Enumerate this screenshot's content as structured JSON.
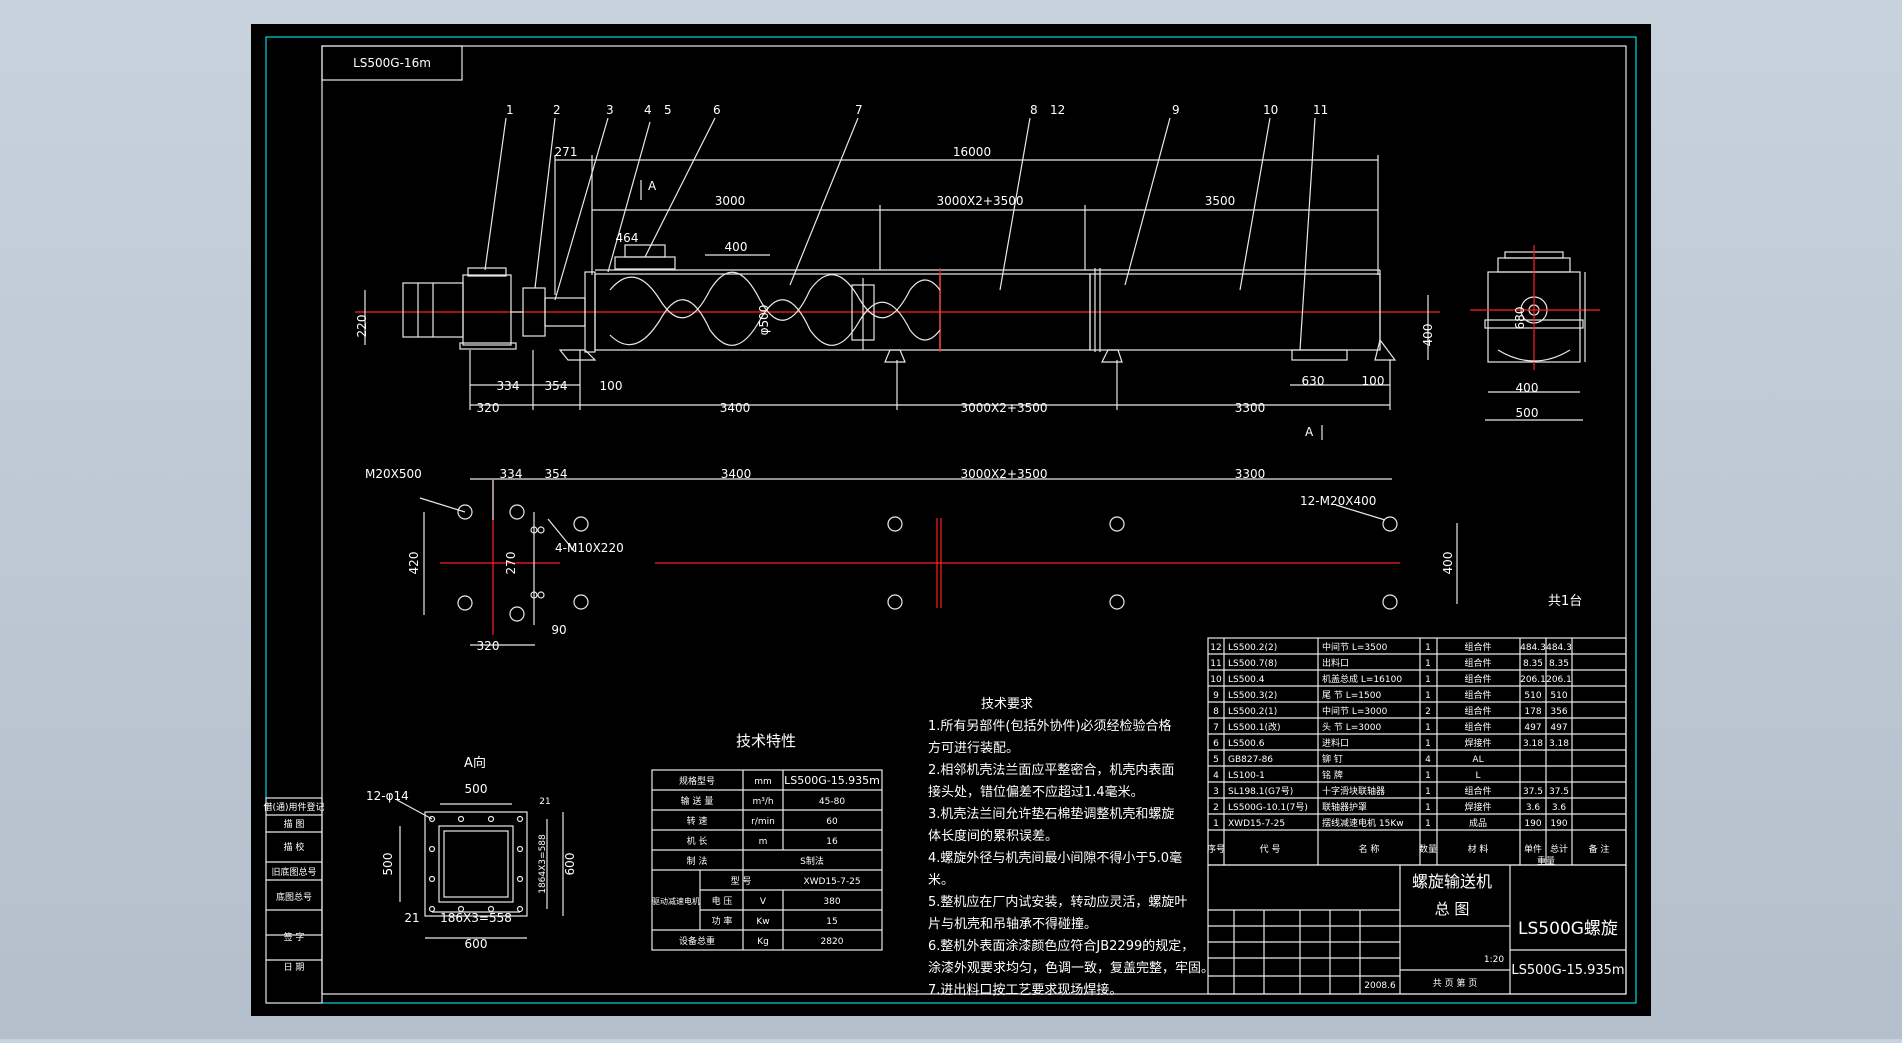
{
  "drawing": {
    "stamp": "LS500G-16m",
    "part_numbers": [
      "1",
      "2",
      "3",
      "4",
      "5",
      "6",
      "7",
      "8",
      "12",
      "9",
      "10",
      "11"
    ],
    "dims_top": {
      "total": "16000",
      "d271": "271",
      "d3000": "3000",
      "d_mid": "3000X2+3500",
      "d3500": "3500",
      "d464": "464",
      "d400": "400",
      "phi500": "φ500",
      "d220": "220",
      "d400r": "400",
      "d680": "680"
    },
    "dims_bottom": {
      "d320": "320",
      "d334": "334",
      "d354": "354",
      "d100": "100",
      "d3400": "3400",
      "d_mid": "3000X2+3500",
      "d3300": "3300",
      "d630": "630",
      "d100r": "100",
      "end400": "400",
      "end500": "500",
      "arrowA": "A",
      "arrowA2": "A"
    },
    "foundation": {
      "bolt1": "M20X500",
      "bolt2": "4-M10X220",
      "bolt3": "12-M20X400",
      "d334": "334",
      "d354": "354",
      "d3400": "3400",
      "d_mid": "3000X2+3500",
      "d3300": "3300",
      "d420": "420",
      "d270": "270",
      "d90": "90",
      "d320": "320",
      "d400": "400",
      "qty": "共1台"
    },
    "view_a": {
      "title": "A向",
      "holes": "12-φ14",
      "w500": "500",
      "h500": "500",
      "i4x588": "1864X3=588",
      "w186": "186X3=558",
      "d21": "21",
      "d21b": "21",
      "w600": "600",
      "h600": "600"
    },
    "tech_char": {
      "title": "技术特性",
      "rows": [
        [
          "规格型号",
          "mm",
          "LS500G-15.935m"
        ],
        [
          "输 送 量",
          "m³/h",
          "45-80"
        ],
        [
          "转 速",
          "r/min",
          "60"
        ],
        [
          "机 长",
          "m",
          "16"
        ],
        [
          "制 法",
          "",
          "S制法"
        ],
        [
          "型 号",
          "",
          "XWD15-7-25"
        ],
        [
          "电 压",
          "V",
          "380"
        ],
        [
          "功 率",
          "Kw",
          "15"
        ],
        [
          "设备总重",
          "Kg",
          "2820"
        ]
      ],
      "motor_label": "驱动减速电机"
    },
    "tech_req": {
      "title": "技术要求",
      "lines": [
        "1.所有另部件(包括外协件)必须经检验合格",
        "方可进行装配。",
        "2.相邻机壳法兰面应平整密合，机壳内表面",
        "接头处，错位偏差不应超过1.4毫米。",
        "3.机壳法兰间允许垫石棉垫调整机壳和螺旋",
        "体长度间的累积误差。",
        "4.螺旋外径与机壳间最小间隙不得小于5.0毫",
        "米。",
        "5.整机应在厂内试安装，转动应灵活，螺旋叶",
        "片与机壳和吊轴承不得碰撞。",
        "6.整机外表面涂漆颜色应符合JB2299的规定，",
        "涂漆外观要求均匀，色调一致，复盖完整，牢固。",
        "7.进出料口按工艺要求现场焊接。"
      ]
    },
    "bom": {
      "rows": [
        [
          "12",
          "LS500.2(2)",
          "中间节  L=3500",
          "1",
          "组合件",
          "484.3",
          "484.3"
        ],
        [
          "11",
          "LS500.7(8)",
          "出料口",
          "1",
          "组合件",
          "8.35",
          "8.35"
        ],
        [
          "10",
          "LS500.4",
          "机盖总成  L=16100",
          "1",
          "组合件",
          "206.1",
          "206.1"
        ],
        [
          "9",
          "LS500.3(2)",
          "尾 节  L=1500",
          "1",
          "组合件",
          "510",
          "510"
        ],
        [
          "8",
          "LS500.2(1)",
          "中间节  L=3000",
          "2",
          "组合件",
          "178",
          "356"
        ],
        [
          "7",
          "LS500.1(改)",
          "头 节  L=3000",
          "1",
          "组合件",
          "497",
          "497"
        ],
        [
          "6",
          "LS500.6",
          "进料口",
          "1",
          "焊接件",
          "3.18",
          "3.18"
        ],
        [
          "5",
          "GB827-86",
          "铆 钉",
          "4",
          "AL",
          "",
          " "
        ],
        [
          "4",
          "LS100-1",
          "铭 牌",
          "1",
          "L",
          "",
          ""
        ],
        [
          "3",
          "SL198.1(G7号)",
          "十字滑块联轴器",
          "1",
          "组合件",
          "37.5",
          "37.5"
        ],
        [
          "2",
          "LS500G-10.1(7号)",
          "联轴器护罩",
          "1",
          "焊接件",
          "3.6",
          "3.6"
        ],
        [
          "1",
          "XWD15-7-25",
          "摆线减速电机 15Kw",
          "1",
          "成品",
          "190",
          "190"
        ]
      ],
      "header": [
        "序号",
        "代 号",
        "名 称",
        "数量",
        "材 料",
        "单件",
        "总计",
        "备 注"
      ],
      "weight_label": "重量"
    },
    "title_block": {
      "name1": "螺旋输送机",
      "name2": "总 图",
      "model": "LS500G螺旋",
      "drawing_no": "LS500G-15.935m",
      "scale": "1:20",
      "date": "2008.6",
      "sheets": "共  页  第  页"
    },
    "side_table": [
      "借(通)用件登记",
      "描 图",
      "描 校",
      "旧底图总号",
      "底图总号",
      "签 字",
      "日 期"
    ]
  },
  "colors": {
    "sheet": "#000000",
    "frame": "#00ffff",
    "line": "#e8e8e8",
    "center": "#ff2020",
    "outer": "#b8c3cf"
  }
}
